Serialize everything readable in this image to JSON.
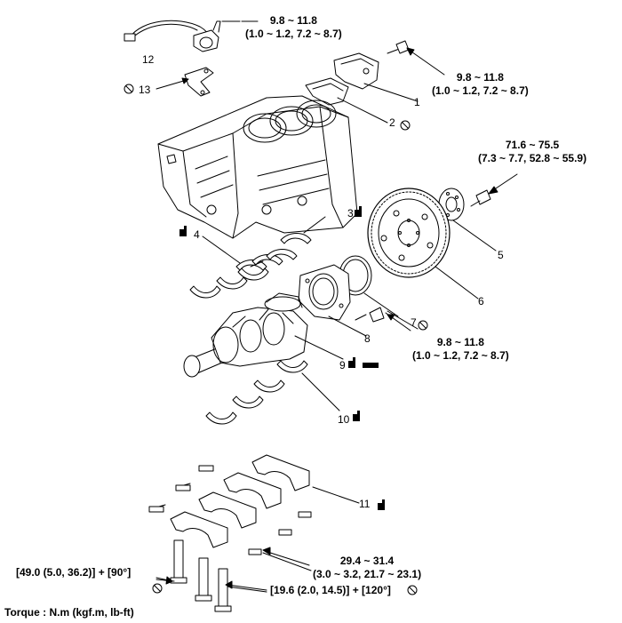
{
  "torque_specs": {
    "t12": {
      "line1": "9.8 ~ 11.8",
      "line2": "(1.0 ~ 1.2, 7.2 ~ 8.7)"
    },
    "t1": {
      "line1": "9.8 ~ 11.8",
      "line2": "(1.0 ~ 1.2, 7.2 ~ 8.7)"
    },
    "t5": {
      "line1": "71.6 ~ 75.5",
      "line2": "(7.3 ~ 7.7, 52.8 ~ 55.9)"
    },
    "t8": {
      "line1": "9.8 ~ 11.8",
      "line2": "(1.0 ~ 1.2, 7.2 ~ 8.7)"
    },
    "t11": {
      "line1": "29.4 ~ 31.4",
      "line2": "(3.0 ~ 3.2, 21.7 ~ 23.1)"
    },
    "main_bolt_left": "[49.0 (5.0, 36.2)] + [90°]",
    "main_bolt_right": "[19.6 (2.0, 14.5)] + [120°]"
  },
  "part_labels": [
    "1",
    "2",
    "3",
    "4",
    "5",
    "6",
    "7",
    "8",
    "9",
    "10",
    "11",
    "12",
    "13"
  ],
  "footer": "Torque : N.m (kgf.m, lb-ft)"
}
